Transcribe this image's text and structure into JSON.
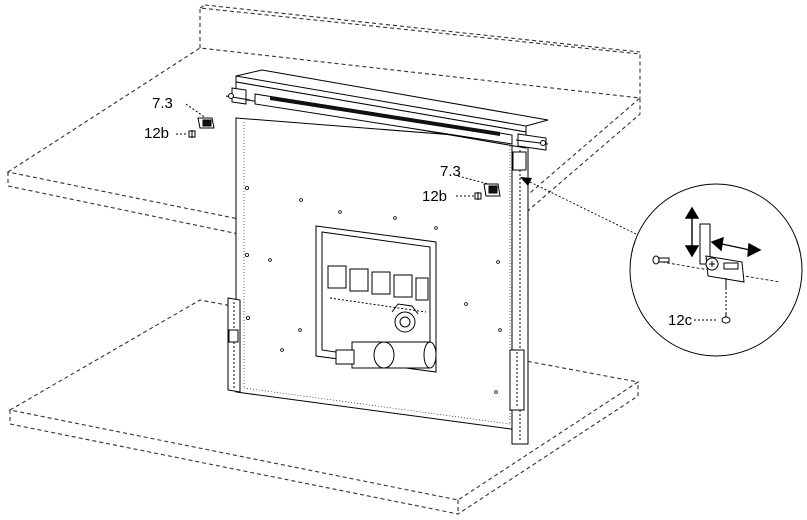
{
  "labels": {
    "bracket_left": "7.3",
    "screw_left": "12b",
    "bracket_right": "7.3",
    "screw_right": "12b",
    "screw_detail": "12c"
  },
  "colors": {
    "line": "#000000",
    "dashed": "#333333",
    "panel": "#ffffff",
    "dark": "#111111"
  }
}
